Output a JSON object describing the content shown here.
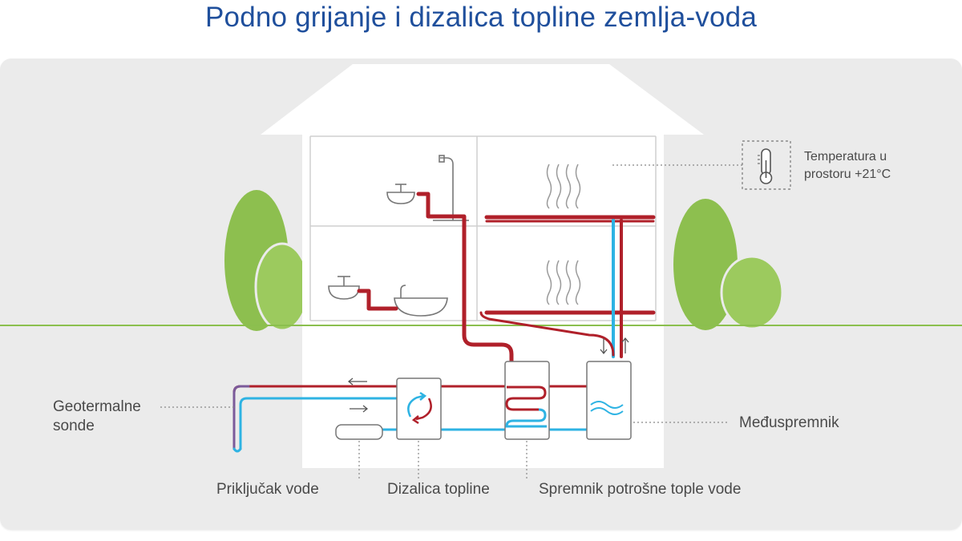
{
  "title": "Podno grijanje i dizalica topline zemlja-voda",
  "labels": {
    "geothermal_line1": "Geotermalne",
    "geothermal_line2": "sonde",
    "water_connection": "Priključak vode",
    "heat_pump": "Dizalica topline",
    "hot_water_tank": "Spremnik potrošne tople vode",
    "buffer_tank": "Međuspremnik",
    "room_temp_line1": "Temperatura u",
    "room_temp_line2": "prostoru +21°C"
  },
  "colors": {
    "title": "#1f4f9c",
    "panel": "#ebebeb",
    "house": "#ffffff",
    "hot_pipe": "#b0202a",
    "cold_pipe": "#2eb3e3",
    "ground_line": "#8bbf4e",
    "tree": "#8dbf4f",
    "text": "#4a4a4a"
  },
  "icons": {
    "thermometer": "thermometer-icon",
    "heat_pump_cycle": "recycle-arrows-icon",
    "heat_waves": "heat-waves-icon"
  }
}
